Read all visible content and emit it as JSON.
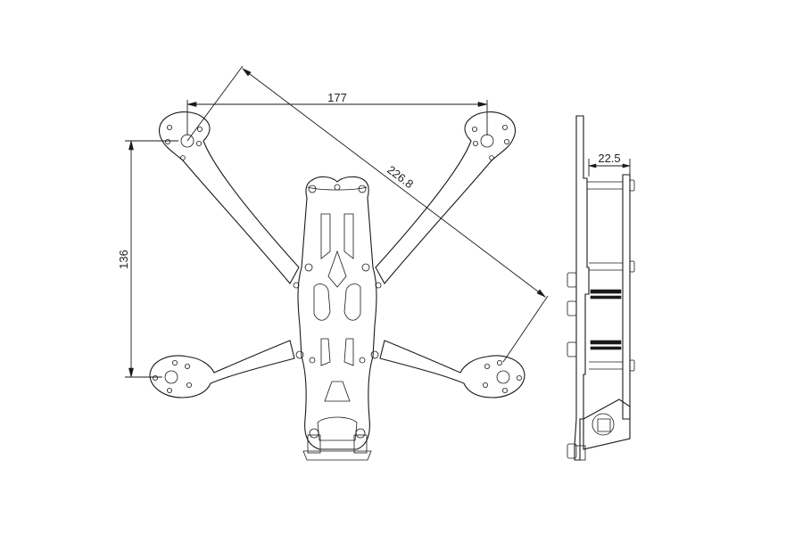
{
  "drawing": {
    "dimensions": {
      "wheelbase_width": "177",
      "wheelbase_height": "136",
      "diagonal": "226.8",
      "side_spacing": "22.5"
    },
    "colors": {
      "line": "#1a1a1a",
      "background": "#ffffff"
    }
  }
}
